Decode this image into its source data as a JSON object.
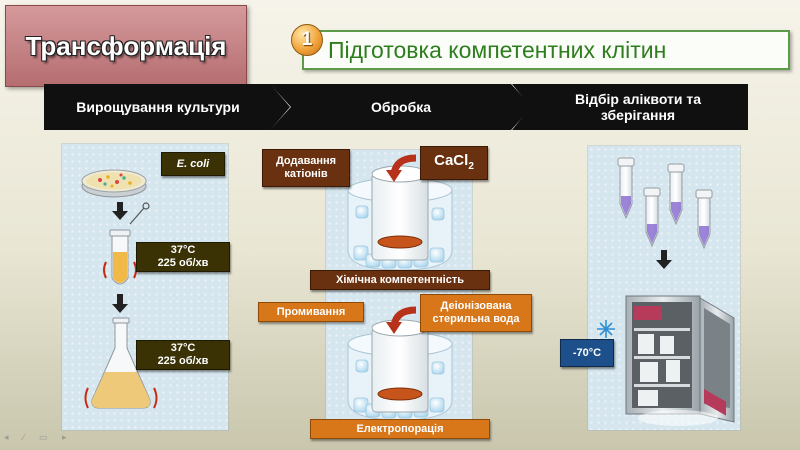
{
  "title": "Трансформація",
  "step": {
    "number": "1",
    "title": "Підготовка компетентних клітин"
  },
  "stages": [
    {
      "label": "Вирощування культури"
    },
    {
      "label": "Обробка"
    },
    {
      "label_line1": "Відбір аліквоти та",
      "label_line2": "зберігання"
    }
  ],
  "culture": {
    "organism": "E. coli",
    "cond1": {
      "temp": "37°C",
      "speed": "225 об/хв"
    },
    "cond2": {
      "temp": "37°C",
      "speed": "225 об/хв"
    }
  },
  "treatment": {
    "cations_line1": "Додавання",
    "cations_line2": "катіонів",
    "reagent_main": "CaCl",
    "reagent_sub": "2",
    "chemical": "Хімічна компетентність",
    "washing": "Промивання",
    "water_line1": "Деіонізована",
    "water_line2": "стерильна вода",
    "electro": "Електропорація"
  },
  "storage": {
    "temp": "-70°C"
  },
  "colors": {
    "title_bg": "#b56d70",
    "step_border": "#5d9a4c",
    "step_text": "#2e7d1f",
    "chevron": "#101010",
    "label_brown": "#6a3110",
    "label_olive": "#3a3205",
    "label_orange": "#d8761a",
    "label_blue": "#1d4f8a",
    "panel": "#d6e6ef"
  }
}
